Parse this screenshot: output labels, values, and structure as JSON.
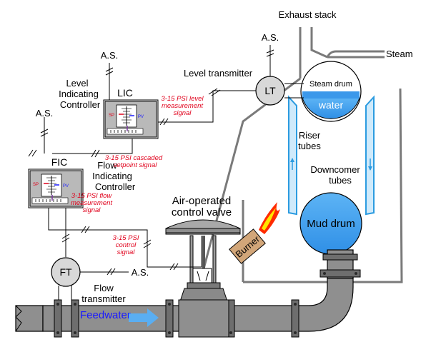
{
  "labels": {
    "exhaust_stack": "Exhaust stack",
    "steam": "Steam",
    "as_lt": "A.S.",
    "as_lic": "A.S.",
    "as_fic": "A.S.",
    "as_ft": "A.S.",
    "level_transmitter": "Level transmitter",
    "lt_tag": "LT",
    "steam_drum": "Steam drum",
    "water": "water",
    "riser_1": "Riser",
    "riser_2": "tubes",
    "downcomer_1": "Downcomer",
    "downcomer_2": "tubes",
    "mud_drum": "Mud drum",
    "burner": "Burner",
    "level_ctrl_1": "Level",
    "level_ctrl_2": "Indicating",
    "level_ctrl_3": "Controller",
    "lic_tag": "LIC",
    "flow_ctrl_1": "Flow",
    "flow_ctrl_2": "Indicating",
    "flow_ctrl_3": "Controller",
    "fic_tag": "FIC",
    "valve_1": "Air-operated",
    "valve_2": "control valve",
    "ft_tag": "FT",
    "flow_tx_1": "Flow",
    "flow_tx_2": "transmitter",
    "feedwater": "Feedwater",
    "sp": "SP",
    "pv": "PV"
  },
  "signals": {
    "level_meas_1": "3-15 PSI level",
    "level_meas_2": "measurement",
    "level_meas_3": "signal",
    "cascade_1": "3-15 PSI cascaded",
    "cascade_2": "setpoint signal",
    "flow_meas_1": "3-15 PSI flow",
    "flow_meas_2": "measurement",
    "flow_meas_3": "signal",
    "control_1": "3-15 PSI",
    "control_2": "control",
    "control_3": "signal"
  },
  "colors": {
    "signal_text": "#e0001b",
    "water": "#2f8fe6",
    "feedwater_arrow": "#5aaef2",
    "feedwater_text": "#1a1aff",
    "flame_outer": "#ff2a00",
    "flame_inner": "#ffe600",
    "burner_body": "#d2a679"
  }
}
